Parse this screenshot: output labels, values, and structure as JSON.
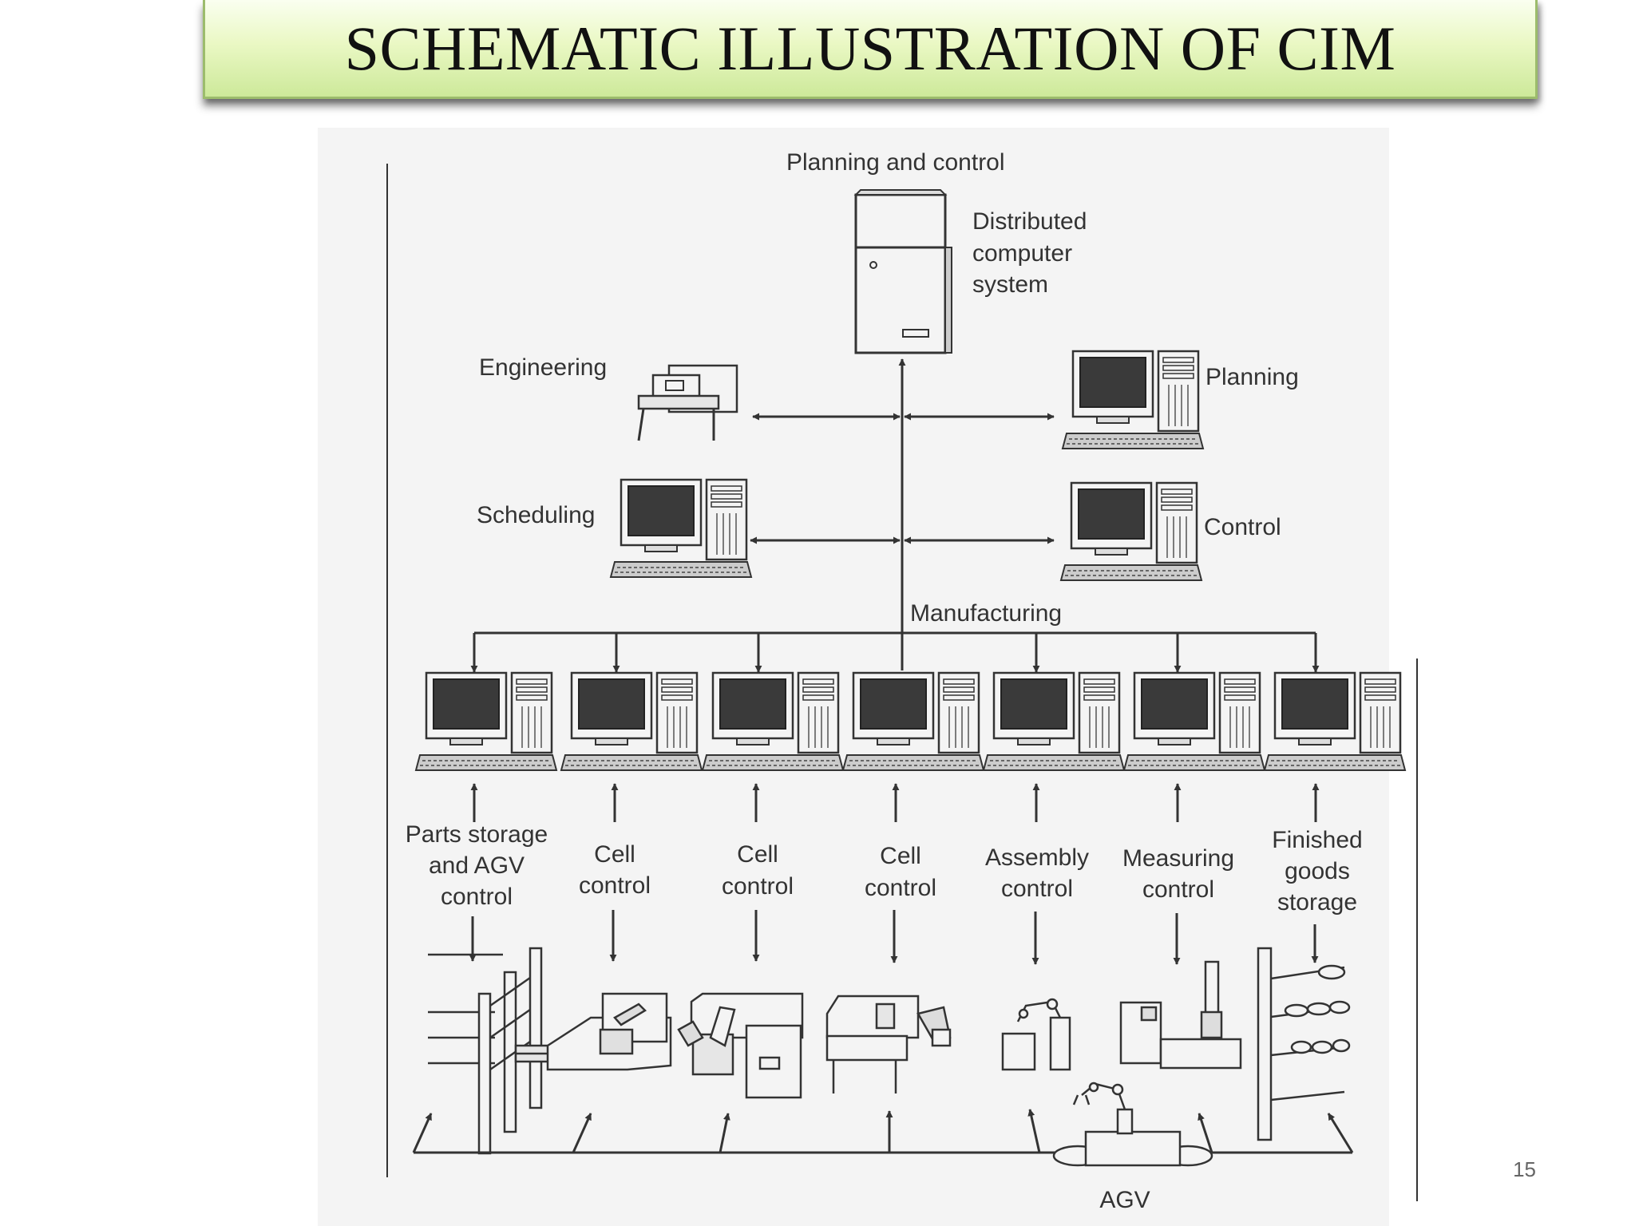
{
  "slide": {
    "title": "SCHEMATIC ILLUSTRATION OF CIM",
    "page_number": "15"
  },
  "diagram": {
    "top": {
      "heading": "Planning and control",
      "computer_label": [
        "Distributed",
        "computer",
        "system"
      ]
    },
    "engineering": "Engineering",
    "planning": "Planning",
    "scheduling": "Scheduling",
    "control": "Control",
    "manufacturing": "Manufacturing",
    "stations": [
      {
        "label": [
          "Parts storage",
          "and AGV",
          "control"
        ]
      },
      {
        "label": [
          "Cell",
          "control"
        ]
      },
      {
        "label": [
          "Cell",
          "control"
        ]
      },
      {
        "label": [
          "Cell",
          "control"
        ]
      },
      {
        "label": [
          "Assembly",
          "control"
        ]
      },
      {
        "label": [
          "Measuring",
          "control"
        ]
      },
      {
        "label": [
          "Finished",
          "goods",
          "storage"
        ]
      }
    ],
    "agv": "AGV"
  },
  "colors": {
    "banner_top": "#fafff0",
    "banner_bottom": "#cde99a",
    "line": "#333333",
    "screen": "#3a3a3a"
  }
}
